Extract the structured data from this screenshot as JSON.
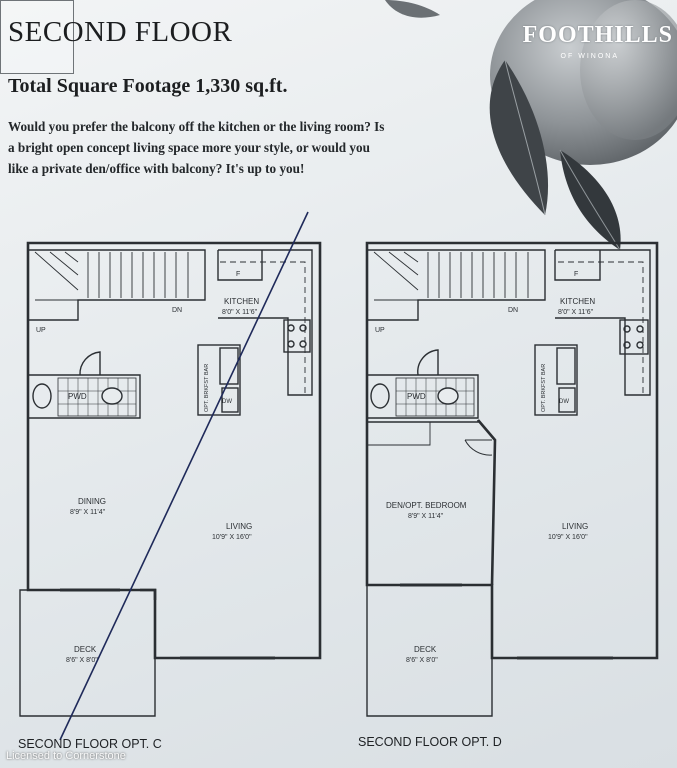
{
  "header": {
    "title": "SECOND FLOOR",
    "subtitle": "Total Square Footage 1,330 sq.ft.",
    "intro": "Would you prefer the balcony off the kitchen or the living room? Is a bright open concept living space more your style, or would you like a private den/office with balcony? It's up to you!"
  },
  "brand": {
    "name": "FOOTHILLS",
    "sub": "OF WINONA"
  },
  "plan_c": {
    "label": "SECOND FLOOR OPT. C",
    "rooms": {
      "kitchen": "KITCHEN",
      "kitchen_dim": "8'0\" X 11'6\"",
      "dining": "DINING",
      "dining_dim": "8'9\" X 11'4\"",
      "living": "LIVING",
      "living_dim": "10'9\" X 16'0\"",
      "deck": "DECK",
      "deck_dim": "8'6\" X 8'0\"",
      "pwd": "PWD",
      "dw": "DW",
      "bar": "OPT. BRKFST BAR",
      "up": "UP",
      "dn": "DN",
      "f": "F"
    }
  },
  "plan_d": {
    "label": "SECOND FLOOR OPT. D",
    "rooms": {
      "kitchen": "KITCHEN",
      "kitchen_dim": "8'0\" X 11'6\"",
      "den": "DEN/OPT. BEDROOM",
      "den_dim": "8'9\" X 11'4\"",
      "living": "LIVING",
      "living_dim": "10'9\" X 16'0\"",
      "deck": "DECK",
      "deck_dim": "8'6\" X 8'0\"",
      "pwd": "PWD",
      "dw": "DW",
      "bar": "OPT. BRKFST BAR",
      "up": "UP",
      "dn": "DN",
      "f": "F"
    }
  },
  "footer": {
    "license": "Licensed to Cornerstone"
  }
}
